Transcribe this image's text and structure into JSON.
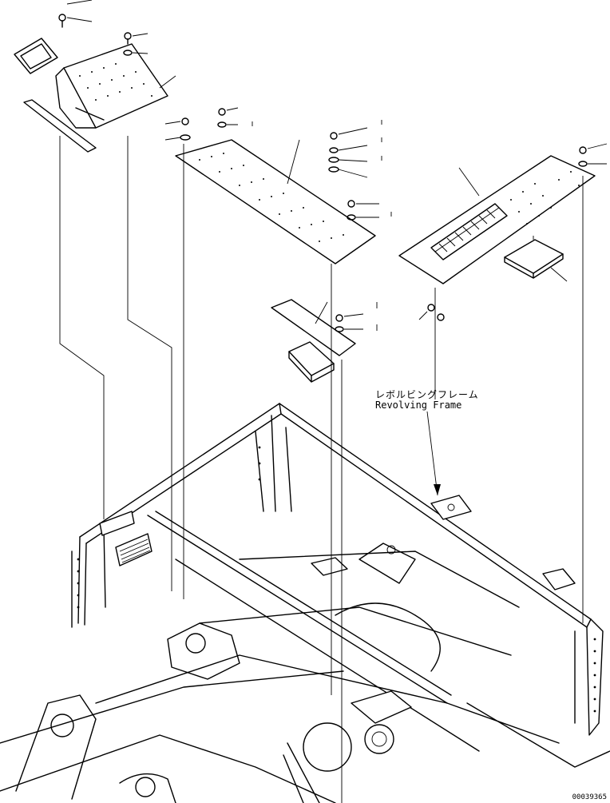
{
  "labels": {
    "part_name_jp": "レボルビングフレーム",
    "part_name_en": "Revolving Frame",
    "drawing_number": "00039365"
  }
}
